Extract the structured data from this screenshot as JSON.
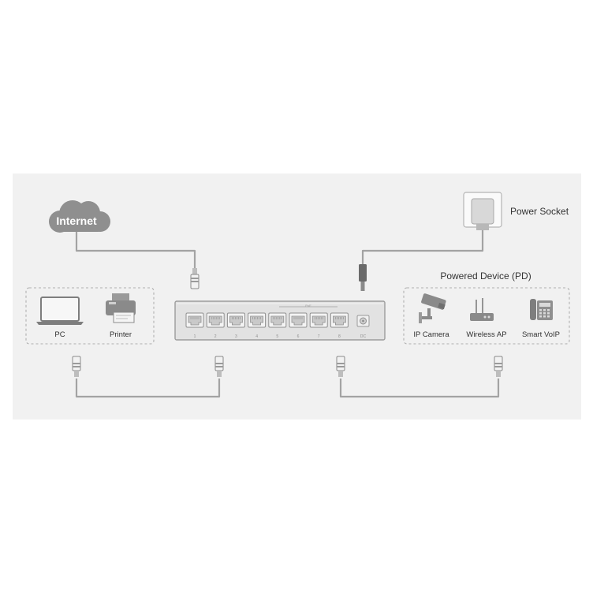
{
  "labels": {
    "internet": "Internet",
    "power_socket": "Power Socket",
    "pd_title": "Powered Device (PD)",
    "pc": "PC",
    "printer": "Printer",
    "ip_camera": "IP Camera",
    "wireless_ap": "Wireless AP",
    "smart_voip": "Smart VoIP",
    "poe_marker": "PoE",
    "dc": "DC"
  },
  "ports": [
    "1",
    "2",
    "3",
    "4",
    "5",
    "6",
    "7",
    "8"
  ],
  "icons": {
    "internet": "cloud-icon",
    "power": "power-adapter-icon",
    "pc": "laptop-icon",
    "printer": "printer-icon",
    "camera": "cctv-camera-icon",
    "router": "router-icon",
    "phone": "voip-phone-icon"
  },
  "colors": {
    "band_background": "#f1f1f1",
    "cloud": "#8f8f8f",
    "cable": "#a3a3a3",
    "switch_body": "#e2e2e2",
    "switch_border": "#9c9c9c"
  }
}
